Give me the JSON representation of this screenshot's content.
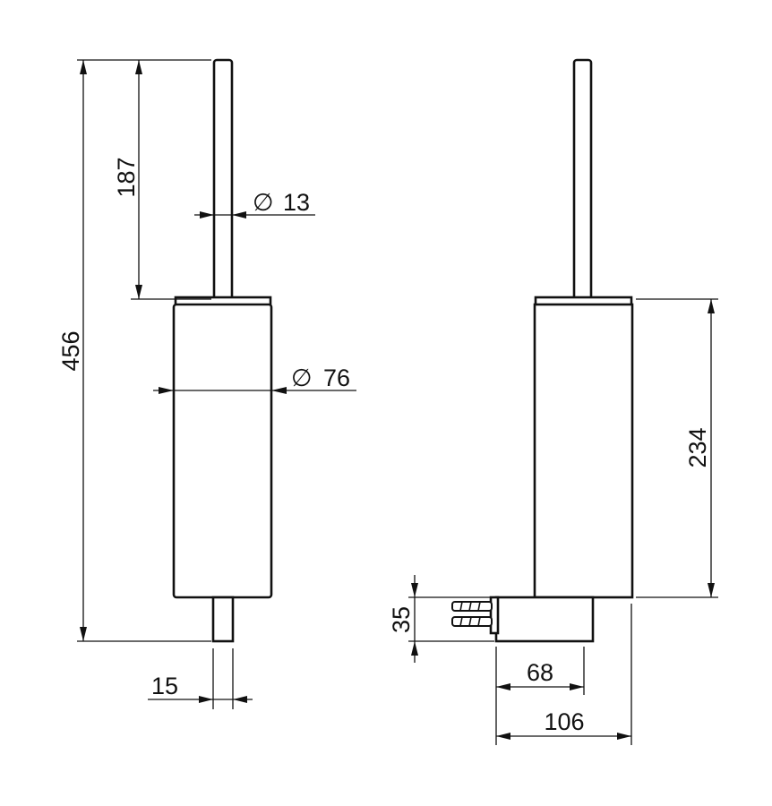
{
  "dimensions": {
    "overall_height": "456",
    "brush_handle_length": "187",
    "handle_diameter": "13",
    "body_diameter": "76",
    "bottom_stem_width": "15",
    "holder_height": "234",
    "bracket_height": "35",
    "bracket_depth": "68",
    "wall_projection": "106"
  },
  "diameter_symbol": "∅"
}
